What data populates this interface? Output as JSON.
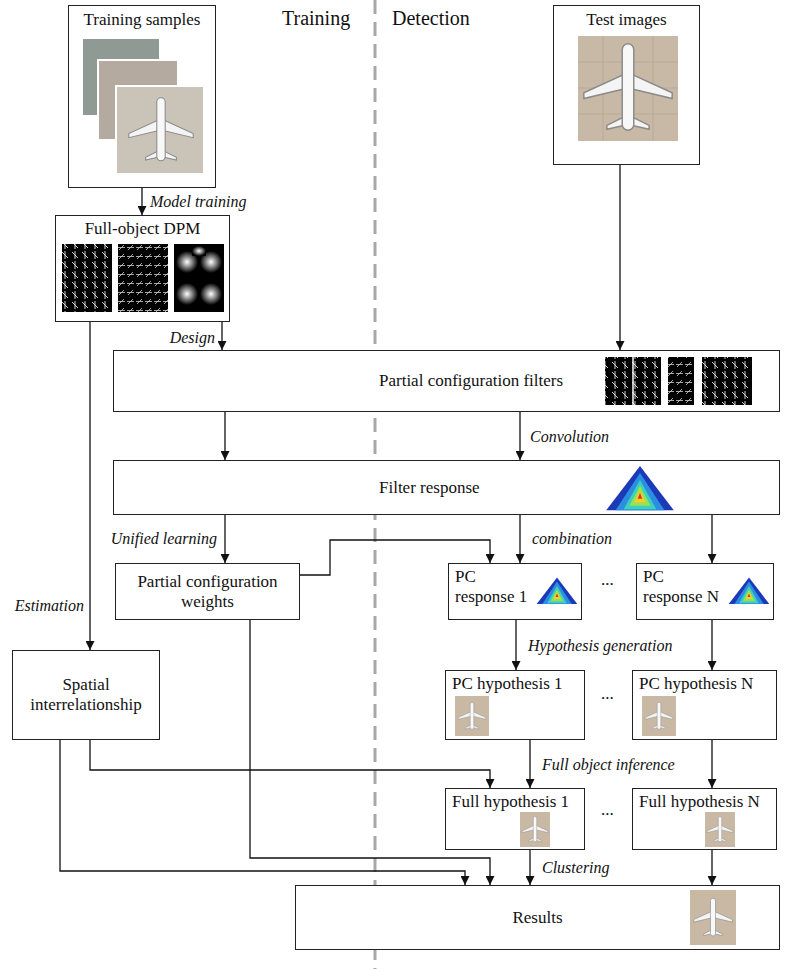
{
  "diagram": {
    "nodes": [
      {
        "text": [
          "Training samples"
        ]
      },
      {
        "text": [
          "Test images"
        ]
      },
      {
        "text": [
          "Full-object DPM"
        ]
      },
      {
        "text": [
          "Partial configuration filters"
        ]
      },
      {
        "text": [
          "Filter response"
        ]
      },
      {
        "text": [
          "Partial configuration weights"
        ]
      },
      {
        "text": [
          "PC response 1"
        ]
      },
      {
        "text": [
          "PC response N"
        ]
      },
      {
        "text": [
          "Spatial interrelationship"
        ]
      },
      {
        "text": [
          "PC hypothesis 1"
        ]
      },
      {
        "text": [
          "PC hypothesis N"
        ]
      },
      {
        "text": [
          "Full hypothesis 1"
        ]
      },
      {
        "text": [
          "Full hypothesis N"
        ]
      },
      {
        "text": [
          "Results"
        ]
      }
    ],
    "edges": [
      {
        "from": 0,
        "to": 2,
        "arrow": "to",
        "label": "Model training"
      },
      {
        "from": 2,
        "to": 3,
        "arrow": "to",
        "label": "Design"
      },
      {
        "from": 1,
        "to": 3,
        "arrow": "to"
      },
      {
        "from": 3,
        "to": 4,
        "arrow": "to"
      },
      {
        "from": 3,
        "to": 4,
        "arrow": "to",
        "label": "Convolution"
      },
      {
        "from": 2,
        "to": 8,
        "arrow": "to",
        "label": "Estimation"
      },
      {
        "from": 4,
        "to": 5,
        "arrow": "to",
        "label": "Unified learning"
      },
      {
        "from": 4,
        "to": 6,
        "arrow": "to",
        "label": "combination"
      },
      {
        "from": 4,
        "to": 7,
        "arrow": "to"
      },
      {
        "from": 5,
        "to": 6,
        "arrow": "to"
      },
      {
        "from": 6,
        "to": 9,
        "arrow": "to",
        "label": "Hypothesis generation"
      },
      {
        "from": 7,
        "to": 10,
        "arrow": "to"
      },
      {
        "from": 8,
        "to": 11,
        "arrow": "to"
      },
      {
        "from": 9,
        "to": 11,
        "arrow": "to",
        "label": "Full object inference"
      },
      {
        "from": 10,
        "to": 12,
        "arrow": "to"
      },
      {
        "from": 8,
        "to": 13,
        "arrow": "to"
      },
      {
        "from": 5,
        "to": 13,
        "arrow": "to"
      },
      {
        "from": 11,
        "to": 13,
        "arrow": "to",
        "label": "Clustering"
      },
      {
        "from": 12,
        "to": 13,
        "arrow": "to"
      }
    ],
    "labels": [
      "Training",
      "Detection",
      "...",
      "...",
      "..."
    ]
  }
}
